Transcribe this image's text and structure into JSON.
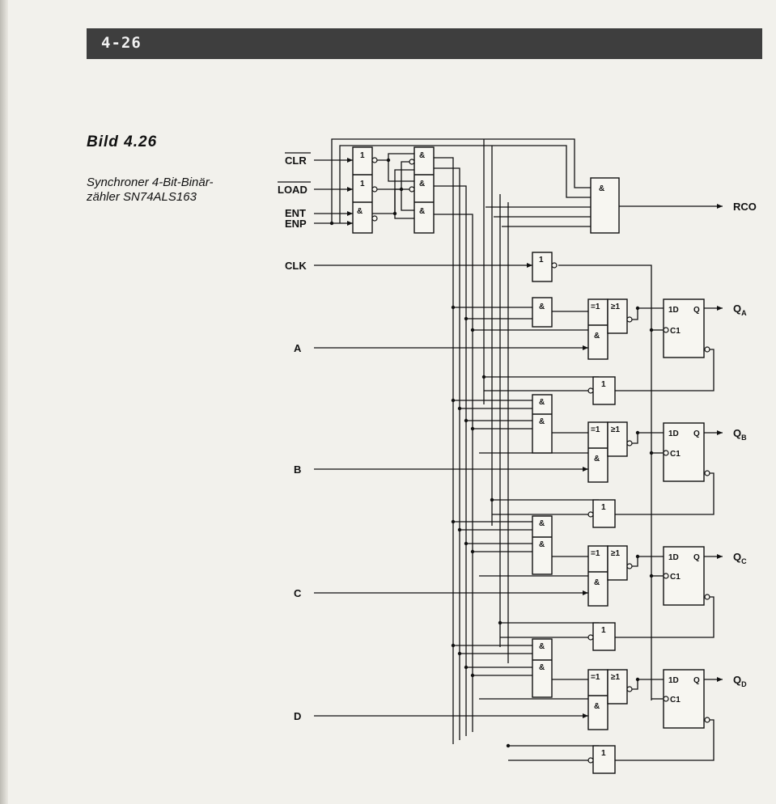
{
  "page": {
    "number": "4-26"
  },
  "figure": {
    "label": "Bild 4.26",
    "caption": "Synchroner 4-Bit-Binär-zähler SN74ALS163",
    "caption_lines": [
      "Synchroner 4-Bit-Binär-",
      "zähler SN74ALS163"
    ]
  },
  "signals": {
    "clr": "CLR",
    "load": "LOAD",
    "ent": "ENT",
    "enp": "ENP",
    "clk": "CLK",
    "a": "A",
    "b": "B",
    "c": "C",
    "d": "D",
    "rco": "RCO"
  },
  "outputs": {
    "q": "Q",
    "qa_sub": "A",
    "qb_sub": "B",
    "qc_sub": "C",
    "qd_sub": "D"
  },
  "gates": {
    "and": "&",
    "or": "≥1",
    "xor": "=1",
    "not": "1"
  },
  "flipflop": {
    "d_input": "1D",
    "clock_input": "C1",
    "output": "Q"
  }
}
